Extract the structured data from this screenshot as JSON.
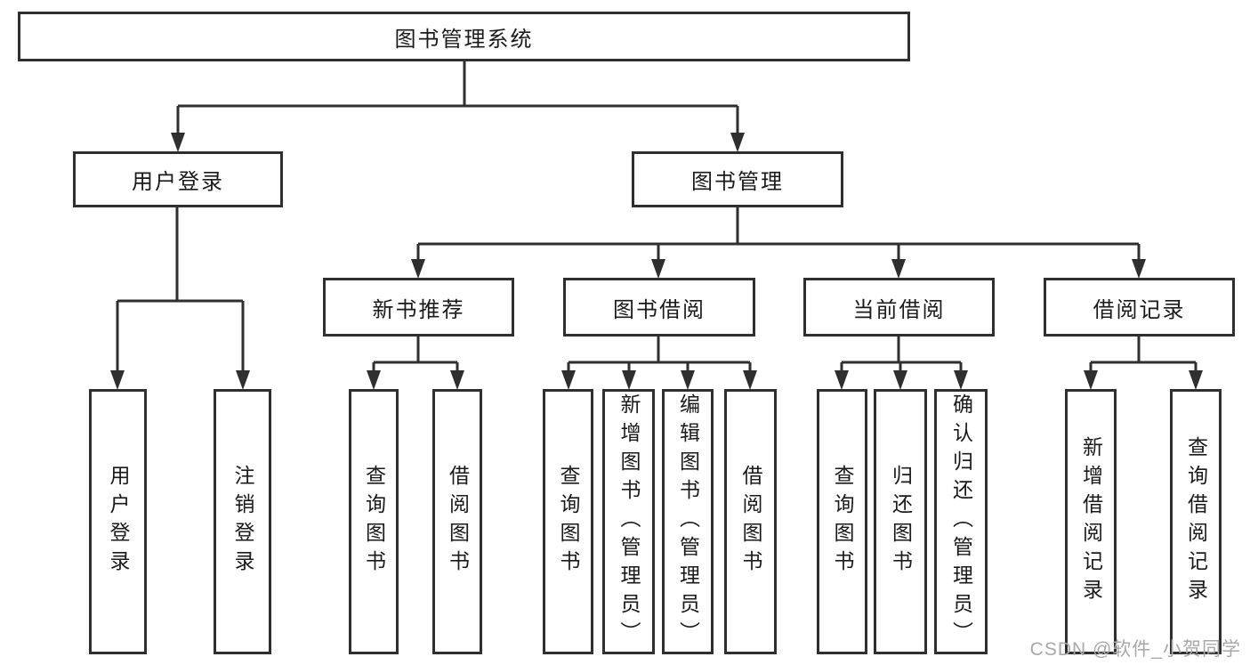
{
  "diagram": {
    "root": {
      "label": "图书管理系统",
      "children": [
        {
          "label": "用户登录",
          "children": [
            {
              "label": "用户登录"
            },
            {
              "label": "注销登录"
            }
          ]
        },
        {
          "label": "图书管理",
          "children": [
            {
              "label": "新书推荐",
              "children": [
                {
                  "label": "查询图书"
                },
                {
                  "label": "借阅图书"
                }
              ]
            },
            {
              "label": "图书借阅",
              "children": [
                {
                  "label": "查询图书"
                },
                {
                  "label": "新增图书（管理员）"
                },
                {
                  "label": "编辑图书（管理员）"
                },
                {
                  "label": "借阅图书"
                }
              ]
            },
            {
              "label": "当前借阅",
              "children": [
                {
                  "label": "查询图书"
                },
                {
                  "label": "归还图书"
                },
                {
                  "label": "确认归还（管理员）"
                }
              ]
            },
            {
              "label": "借阅记录",
              "children": [
                {
                  "label": "新增借阅记录"
                },
                {
                  "label": "查询借阅记录"
                }
              ]
            }
          ]
        }
      ]
    }
  },
  "colors": {
    "line": "#2f2f2f",
    "text": "#1a1a1a",
    "watermark_gray": "#a8a8a8"
  },
  "watermark": {
    "text": "CSDN @软件_小贺同学"
  }
}
